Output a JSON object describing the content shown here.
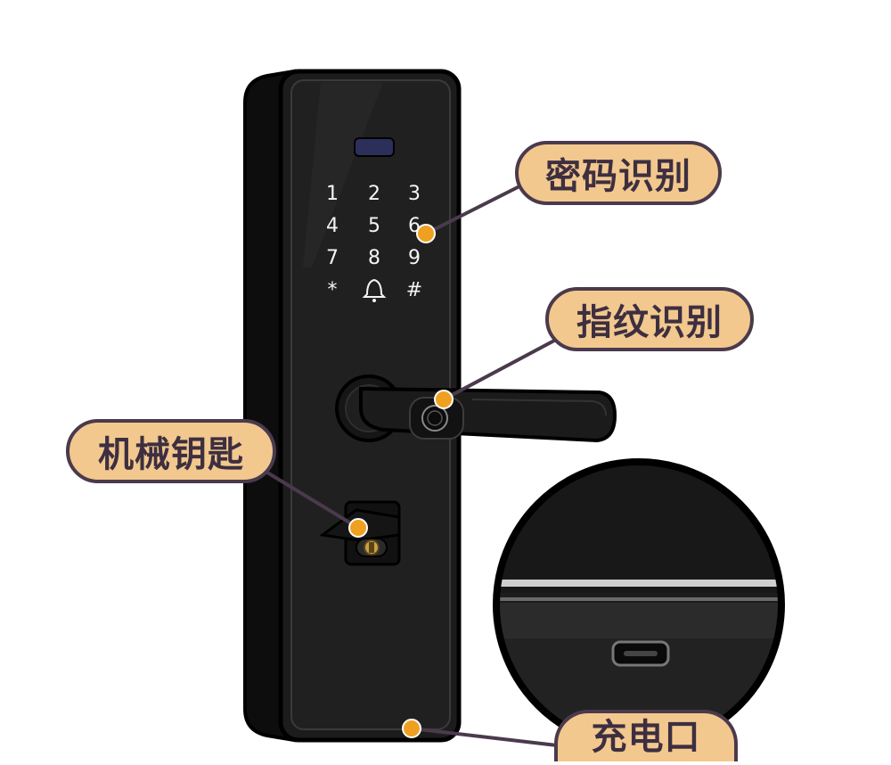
{
  "callouts": {
    "password": "密码识别",
    "fingerprint": "指纹识别",
    "mechanical_key": "机械钥匙",
    "charging_port": "充电口"
  },
  "keypad": {
    "keys": [
      "1",
      "2",
      "3",
      "4",
      "5",
      "6",
      "7",
      "8",
      "9",
      "*",
      "bell-icon",
      "#"
    ]
  },
  "colors": {
    "label_fill": "#f2c88e",
    "label_border": "#4a3a4c",
    "marker": "#f0a020",
    "lock_body": "#1a1a1a"
  }
}
